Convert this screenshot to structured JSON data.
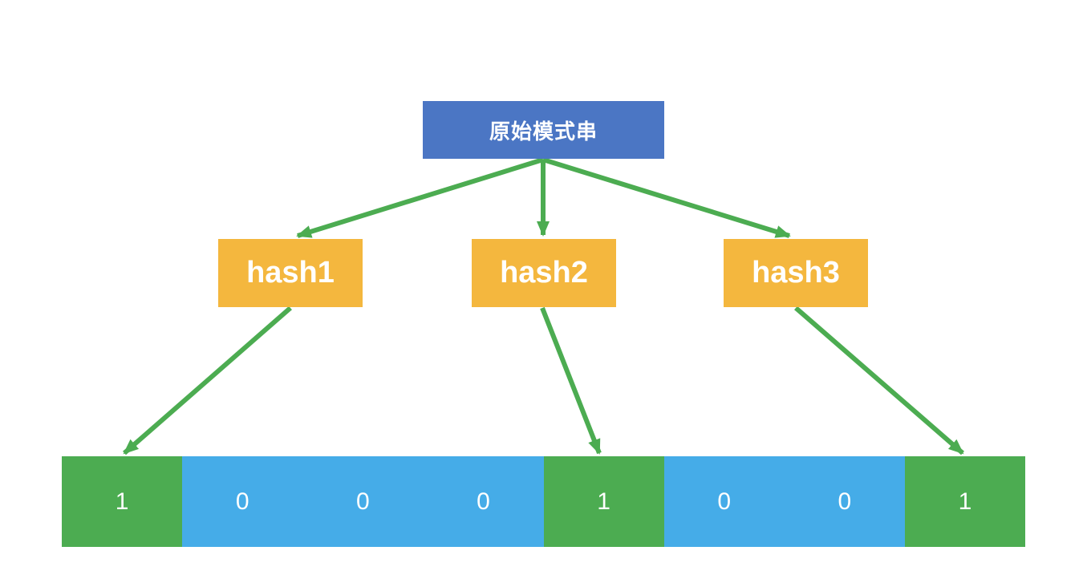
{
  "diagram": {
    "title_box": {
      "label": "原始模式串"
    },
    "hash_boxes": [
      {
        "label": "hash1"
      },
      {
        "label": "hash2"
      },
      {
        "label": "hash3"
      }
    ],
    "bit_array": {
      "cells": [
        {
          "value": "1"
        },
        {
          "value": "0"
        },
        {
          "value": "0"
        },
        {
          "value": "0"
        },
        {
          "value": "1"
        },
        {
          "value": "0"
        },
        {
          "value": "0"
        },
        {
          "value": "1"
        }
      ]
    }
  },
  "colors": {
    "title_box_bg": "#4B76C4",
    "hash_box_bg": "#F4B73E",
    "bit_one_bg": "#4CAC51",
    "bit_zero_bg": "#45ACE8",
    "arrow": "#4CAC51",
    "text": "#FFFFFF"
  }
}
